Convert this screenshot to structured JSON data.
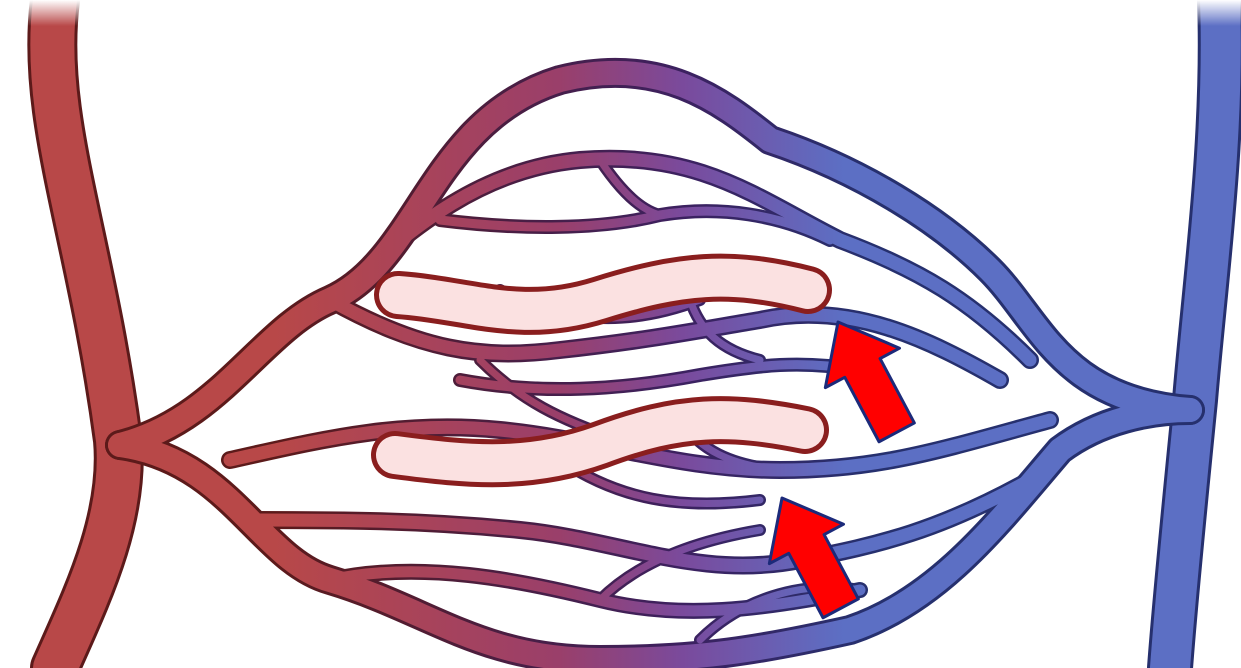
{
  "diagram": {
    "type": "capillary-bed",
    "labels": [],
    "colors": {
      "artery": "#b84848",
      "artery_outline": "#5c1a1a",
      "vein": "#5c6fc4",
      "vein_outline": "#26306e",
      "capillary_mid": "#7a4a9c",
      "sphincter_fill": "#fbe1e1",
      "sphincter_outline": "#8a1e1e",
      "arrow_fill": "#ff0000",
      "arrow_outline": "#1c2a7a"
    },
    "parts": [
      "arteriole",
      "capillary-network",
      "venule",
      "closed-capillary",
      "pointer-arrow"
    ],
    "highlighted_capillaries": 2,
    "pointer_arrows": 2
  }
}
